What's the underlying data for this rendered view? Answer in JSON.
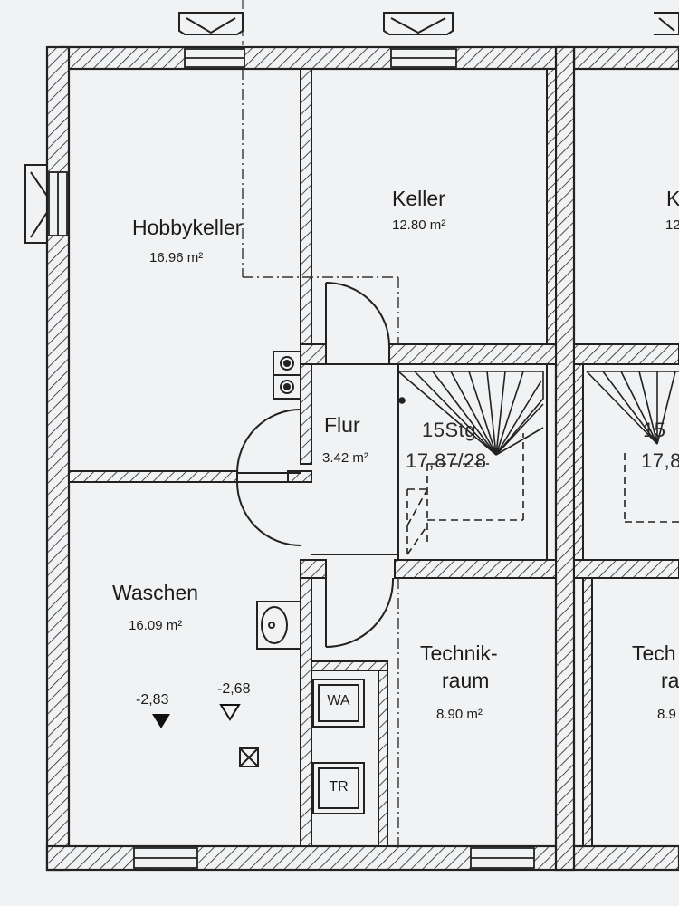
{
  "rooms": {
    "hobbykeller": {
      "name": "Hobbykeller",
      "area": "16.96 m²"
    },
    "keller": {
      "name": "Keller",
      "area": "12.80 m²"
    },
    "keller_right": {
      "name": "K",
      "area": "12"
    },
    "flur": {
      "name": "Flur",
      "area": "3.42 m²"
    },
    "waschen": {
      "name": "Waschen",
      "area": "16.09 m²"
    },
    "technik": {
      "name_line1": "Technik-",
      "name_line2": "raum",
      "area": "8.90 m²"
    },
    "technik_right": {
      "name_line1": "Tech",
      "name_line2": "ra",
      "area": "8.9"
    }
  },
  "stairs": {
    "steps": "15Stg",
    "dims": "17,87/28"
  },
  "stairs_right": {
    "steps": "15",
    "dims": "17,8"
  },
  "levels": {
    "floor": "-2,83",
    "drain": "-2,68"
  },
  "appliances": {
    "washer": "WA",
    "dryer": "TR"
  },
  "colors": {
    "paper": "#f1f2f3",
    "ink": "#1c1c1c"
  }
}
